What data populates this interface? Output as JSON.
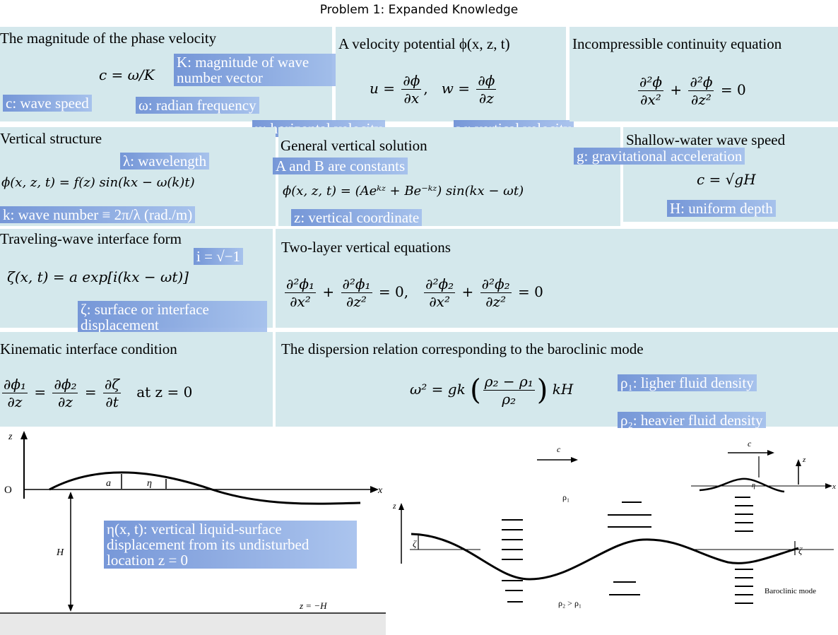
{
  "page": {
    "title": "Problem 1: Expanded Knowledge"
  },
  "cells": {
    "phase_velocity": {
      "heading": "The magnitude of the phase velocity",
      "equation": "c = ω/K",
      "labels": {
        "K": "K: magnitude of wave number vector",
        "c": "c: wave speed",
        "omega": "ω: radian frequency"
      }
    },
    "velocity_potential": {
      "heading": "A velocity potential ϕ(x, z, t)",
      "u_lhs": "u =",
      "u_num": "∂ϕ",
      "u_den": "∂x",
      "sep": ",",
      "w_lhs": "w =",
      "w_num": "∂ϕ",
      "w_den": "∂z",
      "labels": {
        "u": "u: horizontal velocity",
        "w": "w: vertical velocity"
      }
    },
    "continuity": {
      "heading": "Incompressible continuity equation",
      "num1": "∂²ϕ",
      "den1": "∂x²",
      "plus": "+",
      "num2": "∂²ϕ",
      "den2": "∂z²",
      "rhs": "= 0"
    },
    "vertical_structure": {
      "heading": "Vertical structure",
      "equation": "ϕ(x, z, t) = f(z) sin(kx − ω(k)t)",
      "labels": {
        "lambda": "λ: wavelength",
        "k": "k: wave number ≡ 2π/λ (rad./m)"
      }
    },
    "general_solution": {
      "heading": "General vertical solution",
      "equation": "ϕ(x, z, t) = (Aeᵏᶻ + Be⁻ᵏᶻ) sin(kx − ωt)",
      "labels": {
        "AB": "A and B are constants",
        "z": "z: vertical coordinate"
      }
    },
    "shallow_water": {
      "heading": "Shallow-water wave speed",
      "equation": "c = √gH",
      "labels": {
        "g": "g: gravitational acceleration",
        "H": "H: uniform depth"
      }
    },
    "traveling_wave": {
      "heading": "Traveling-wave interface form",
      "equation": "ζ(x, t) = a exp[i(kx − ωt)]",
      "labels": {
        "i": "i = √−1",
        "zeta": "ζ: surface or interface displacement"
      }
    },
    "two_layer": {
      "heading": "Two-layer vertical equations",
      "n1": "∂²ϕ₁",
      "d1": "∂x²",
      "n2": "∂²ϕ₁",
      "d2": "∂z²",
      "mid": "= 0,",
      "n3": "∂²ϕ₂",
      "d3": "∂x²",
      "n4": "∂²ϕ₂",
      "d4": "∂z²",
      "rhs": "= 0",
      "plus": "+"
    },
    "kinematic": {
      "heading": "Kinematic interface condition",
      "n1": "∂ϕ₁",
      "d1": "∂z",
      "n2": "∂ϕ₂",
      "d2": "∂z",
      "n3": "∂ζ",
      "d3": "∂t",
      "eq": "=",
      "tail": "at z = 0"
    },
    "dispersion": {
      "heading": "The dispersion relation corresponding to the baroclinic mode",
      "lhs": "ω² = gk",
      "num": "ρ₂ − ρ₁",
      "den": "ρ₂",
      "tail": "kH",
      "labels": {
        "rho1": "ρ₁: ligher fluid density",
        "rho2": "ρ₂: heavier fluid density"
      }
    }
  },
  "figures": {
    "surface_wave": {
      "axis_z": "z",
      "axis_x": "x",
      "origin": "O",
      "amp": "a",
      "eta": "η",
      "depth": "H",
      "bottom": "z = −H",
      "label": "η(x, t): vertical liquid-surface displacement from its undisturbed location z = 0"
    },
    "baroclinic": {
      "c": "c",
      "rho1": "ρ₁",
      "rho2": "ρ₂ > ρ₁",
      "zeta": "ζ",
      "axis_z": "z",
      "axis_x": "x",
      "eta": "η",
      "mode": "Baroclinic mode"
    }
  }
}
